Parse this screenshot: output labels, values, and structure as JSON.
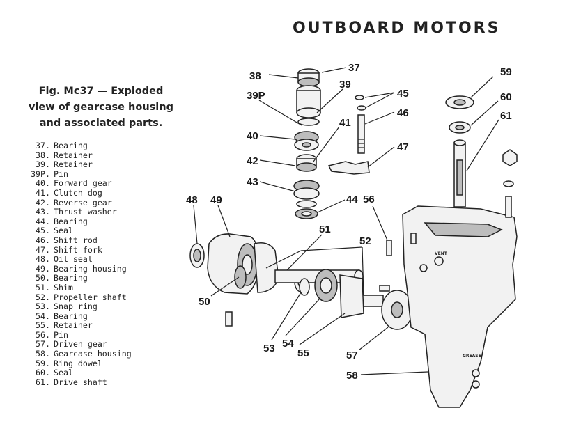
{
  "header": {
    "title": "OUTBOARD MOTORS"
  },
  "caption": {
    "lines": [
      "Fig. Mc37 — Exploded",
      "view of gearcase housing",
      "and associated parts."
    ]
  },
  "legend": [
    {
      "num": "37.",
      "text": "Bearing"
    },
    {
      "num": "38.",
      "text": "Retainer"
    },
    {
      "num": "39.",
      "text": "Retainer"
    },
    {
      "num": "39P.",
      "text": "Pin"
    },
    {
      "num": "40.",
      "text": "Forward gear"
    },
    {
      "num": "41.",
      "text": "Clutch dog"
    },
    {
      "num": "42.",
      "text": "Reverse gear"
    },
    {
      "num": "43.",
      "text": "Thrust washer"
    },
    {
      "num": "44.",
      "text": "Bearing"
    },
    {
      "num": "45.",
      "text": "Seal"
    },
    {
      "num": "46.",
      "text": "Shift rod"
    },
    {
      "num": "47.",
      "text": "Shift fork"
    },
    {
      "num": "48.",
      "text": "Oil seal"
    },
    {
      "num": "49.",
      "text": "Bearing housing"
    },
    {
      "num": "50.",
      "text": "Bearing"
    },
    {
      "num": "51.",
      "text": "Shim"
    },
    {
      "num": "52.",
      "text": "Propeller shaft"
    },
    {
      "num": "53.",
      "text": "Snap ring"
    },
    {
      "num": "54.",
      "text": "Bearing"
    },
    {
      "num": "55.",
      "text": "Retainer"
    },
    {
      "num": "56.",
      "text": "Pin"
    },
    {
      "num": "57.",
      "text": "Driven gear"
    },
    {
      "num": "58.",
      "text": "Gearcase housing"
    },
    {
      "num": "59.",
      "text": "Ring dowel"
    },
    {
      "num": "60.",
      "text": "Seal"
    },
    {
      "num": "61.",
      "text": "Drive shaft"
    }
  ],
  "callouts": {
    "c37": "37",
    "c38": "38",
    "c39": "39",
    "c39p": "39P",
    "c40": "40",
    "c41": "41",
    "c42": "42",
    "c43": "43",
    "c44": "44",
    "c45": "45",
    "c46": "46",
    "c47": "47",
    "c48": "48",
    "c49": "49",
    "c50": "50",
    "c51": "51",
    "c52": "52",
    "c53": "53",
    "c54": "54",
    "c55": "55",
    "c56": "56",
    "c57": "57",
    "c58": "58",
    "c59": "59",
    "c60": "60",
    "c61": "61"
  },
  "housing_labels": {
    "vent": "VENT",
    "grease": "GREASE"
  }
}
